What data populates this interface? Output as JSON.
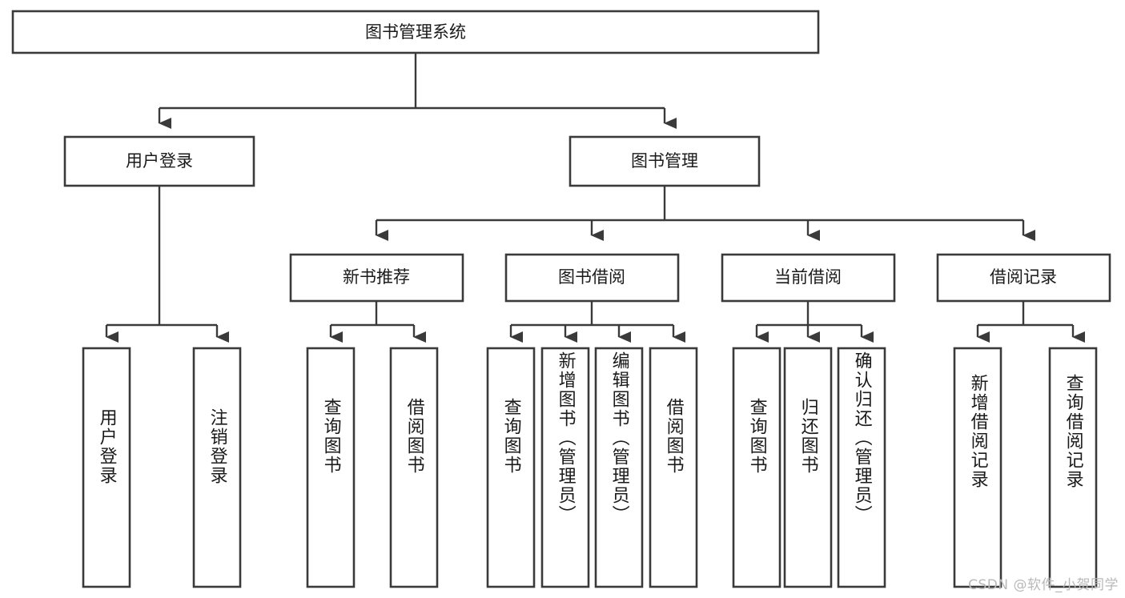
{
  "diagram": {
    "type": "tree",
    "title": "图书管理系统",
    "orientation": "top-down",
    "colors": {
      "background": "#ffffff",
      "box_stroke": "#3a3a3a",
      "box_fill": "#ffffff",
      "text": "#1a1a1a",
      "watermark": "#b9b9b9"
    },
    "root": {
      "label": "图书管理系统"
    },
    "level2": [
      {
        "label": "用户登录"
      },
      {
        "label": "图书管理"
      }
    ],
    "level3": [
      {
        "label": "新书推荐"
      },
      {
        "label": "图书借阅"
      },
      {
        "label": "当前借阅"
      },
      {
        "label": "借阅记录"
      }
    ],
    "leaves": {
      "user_login": [
        {
          "label": "用户登录"
        },
        {
          "label": "注销登录"
        }
      ],
      "new_book_recommend": [
        {
          "label": "查询图书"
        },
        {
          "label": "借阅图书"
        }
      ],
      "book_borrow": [
        {
          "label": "查询图书"
        },
        {
          "label": "新增图书（管理员）"
        },
        {
          "label": "编辑图书（管理员）"
        },
        {
          "label": "借阅图书"
        }
      ],
      "current_borrow": [
        {
          "label": "查询图书"
        },
        {
          "label": "归还图书"
        },
        {
          "label": "确认归还（管理员）"
        }
      ],
      "borrow_record": [
        {
          "label": "新增借阅记录"
        },
        {
          "label": "查询借阅记录"
        }
      ]
    }
  },
  "watermark": {
    "text": "CSDN @软件_小贺同学"
  }
}
